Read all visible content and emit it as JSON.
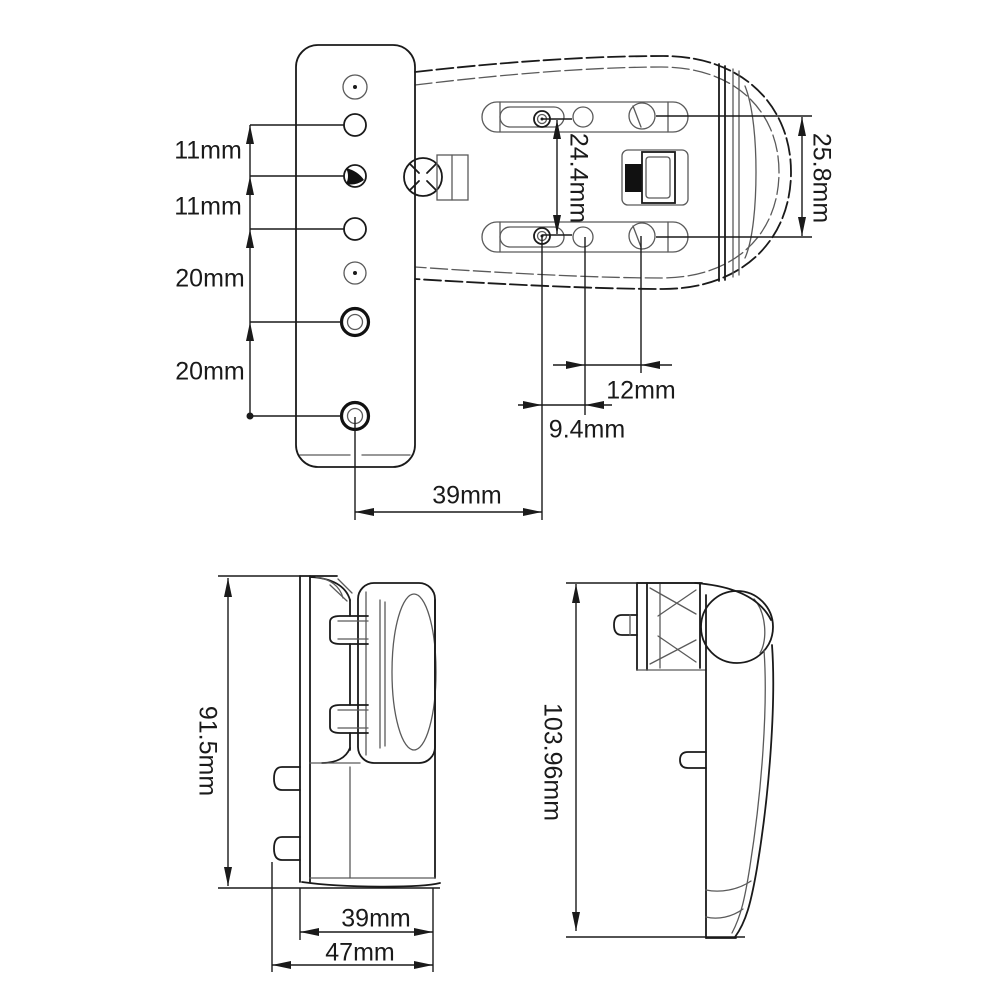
{
  "drawing": {
    "kind": "technical-dimension-drawing",
    "subject": "float switch with mounting bracket (top view and two side views)",
    "background_color": "#ffffff",
    "line_color": "#1a1a1a"
  },
  "views": {
    "top_view": {
      "bracket_hole_spacings": [
        "11mm",
        "11mm",
        "20mm",
        "20mm"
      ],
      "slot_pivot_spacing": "24.4mm",
      "right_hole_spacing": "25.8mm",
      "hole_offset_small": "9.4mm",
      "hole_offset_large": "12mm",
      "bracket_to_slot_width": "39mm"
    },
    "side_view_left": {
      "height": "91.5mm",
      "body_width": "39mm",
      "overall_width": "47mm"
    },
    "side_view_right": {
      "overall_height": "103.96mm"
    }
  },
  "labels": {
    "top_spacing_11_a": "11mm",
    "top_spacing_11_b": "11mm",
    "top_spacing_20_a": "20mm",
    "top_spacing_20_b": "20mm",
    "top_slot_vertical": "24.4mm",
    "top_right_vertical": "25.8mm",
    "top_offset_12": "12mm",
    "top_offset_9_4": "9.4mm",
    "top_width_39": "39mm",
    "side_height_91_5": "91.5mm",
    "side_width_39": "39mm",
    "side_width_47": "47mm",
    "side_height_103_96": "103.96mm"
  }
}
